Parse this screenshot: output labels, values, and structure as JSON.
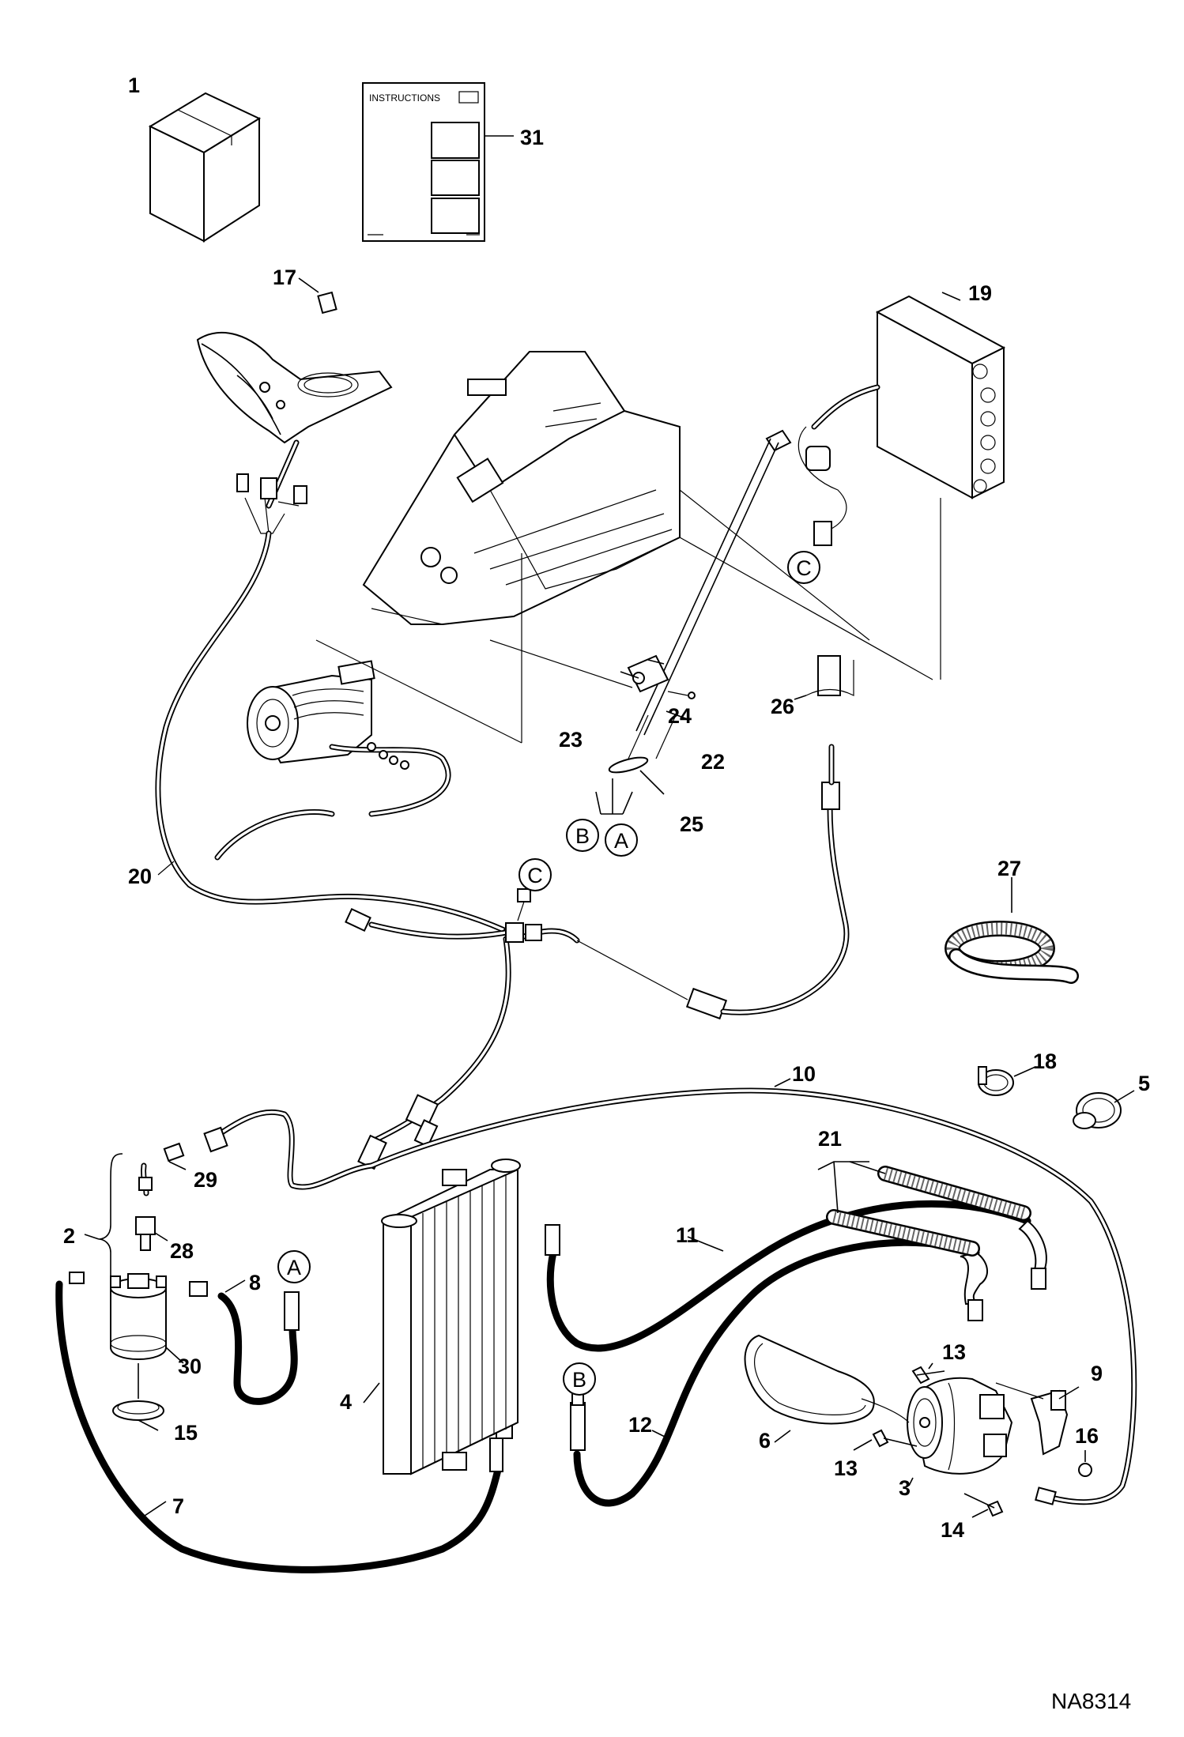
{
  "diagram": {
    "drawing_id": "NA8314",
    "instructions_sheet_title": "INSTRUCTIONS",
    "item_numbers": {
      "n1": "1",
      "n2": "2",
      "n3": "3",
      "n4": "4",
      "n5": "5",
      "n6": "6",
      "n7": "7",
      "n8": "8",
      "n9": "9",
      "n10": "10",
      "n11": "11",
      "n12": "12",
      "n13a": "13",
      "n13b": "13",
      "n14": "14",
      "n15": "15",
      "n16": "16",
      "n17": "17",
      "n18": "18",
      "n19": "19",
      "n20": "20",
      "n21": "21",
      "n22": "22",
      "n23": "23",
      "n24": "24",
      "n25": "25",
      "n26": "26",
      "n27": "27",
      "n28": "28",
      "n29": "29",
      "n30": "30",
      "n31": "31"
    },
    "connection_callouts": {
      "a_top": "A",
      "b_top": "B",
      "c_top": "C",
      "c_mid": "C",
      "a_low": "A",
      "b_low": "B"
    },
    "colors": {
      "line": "#000000",
      "background": "#ffffff"
    }
  }
}
